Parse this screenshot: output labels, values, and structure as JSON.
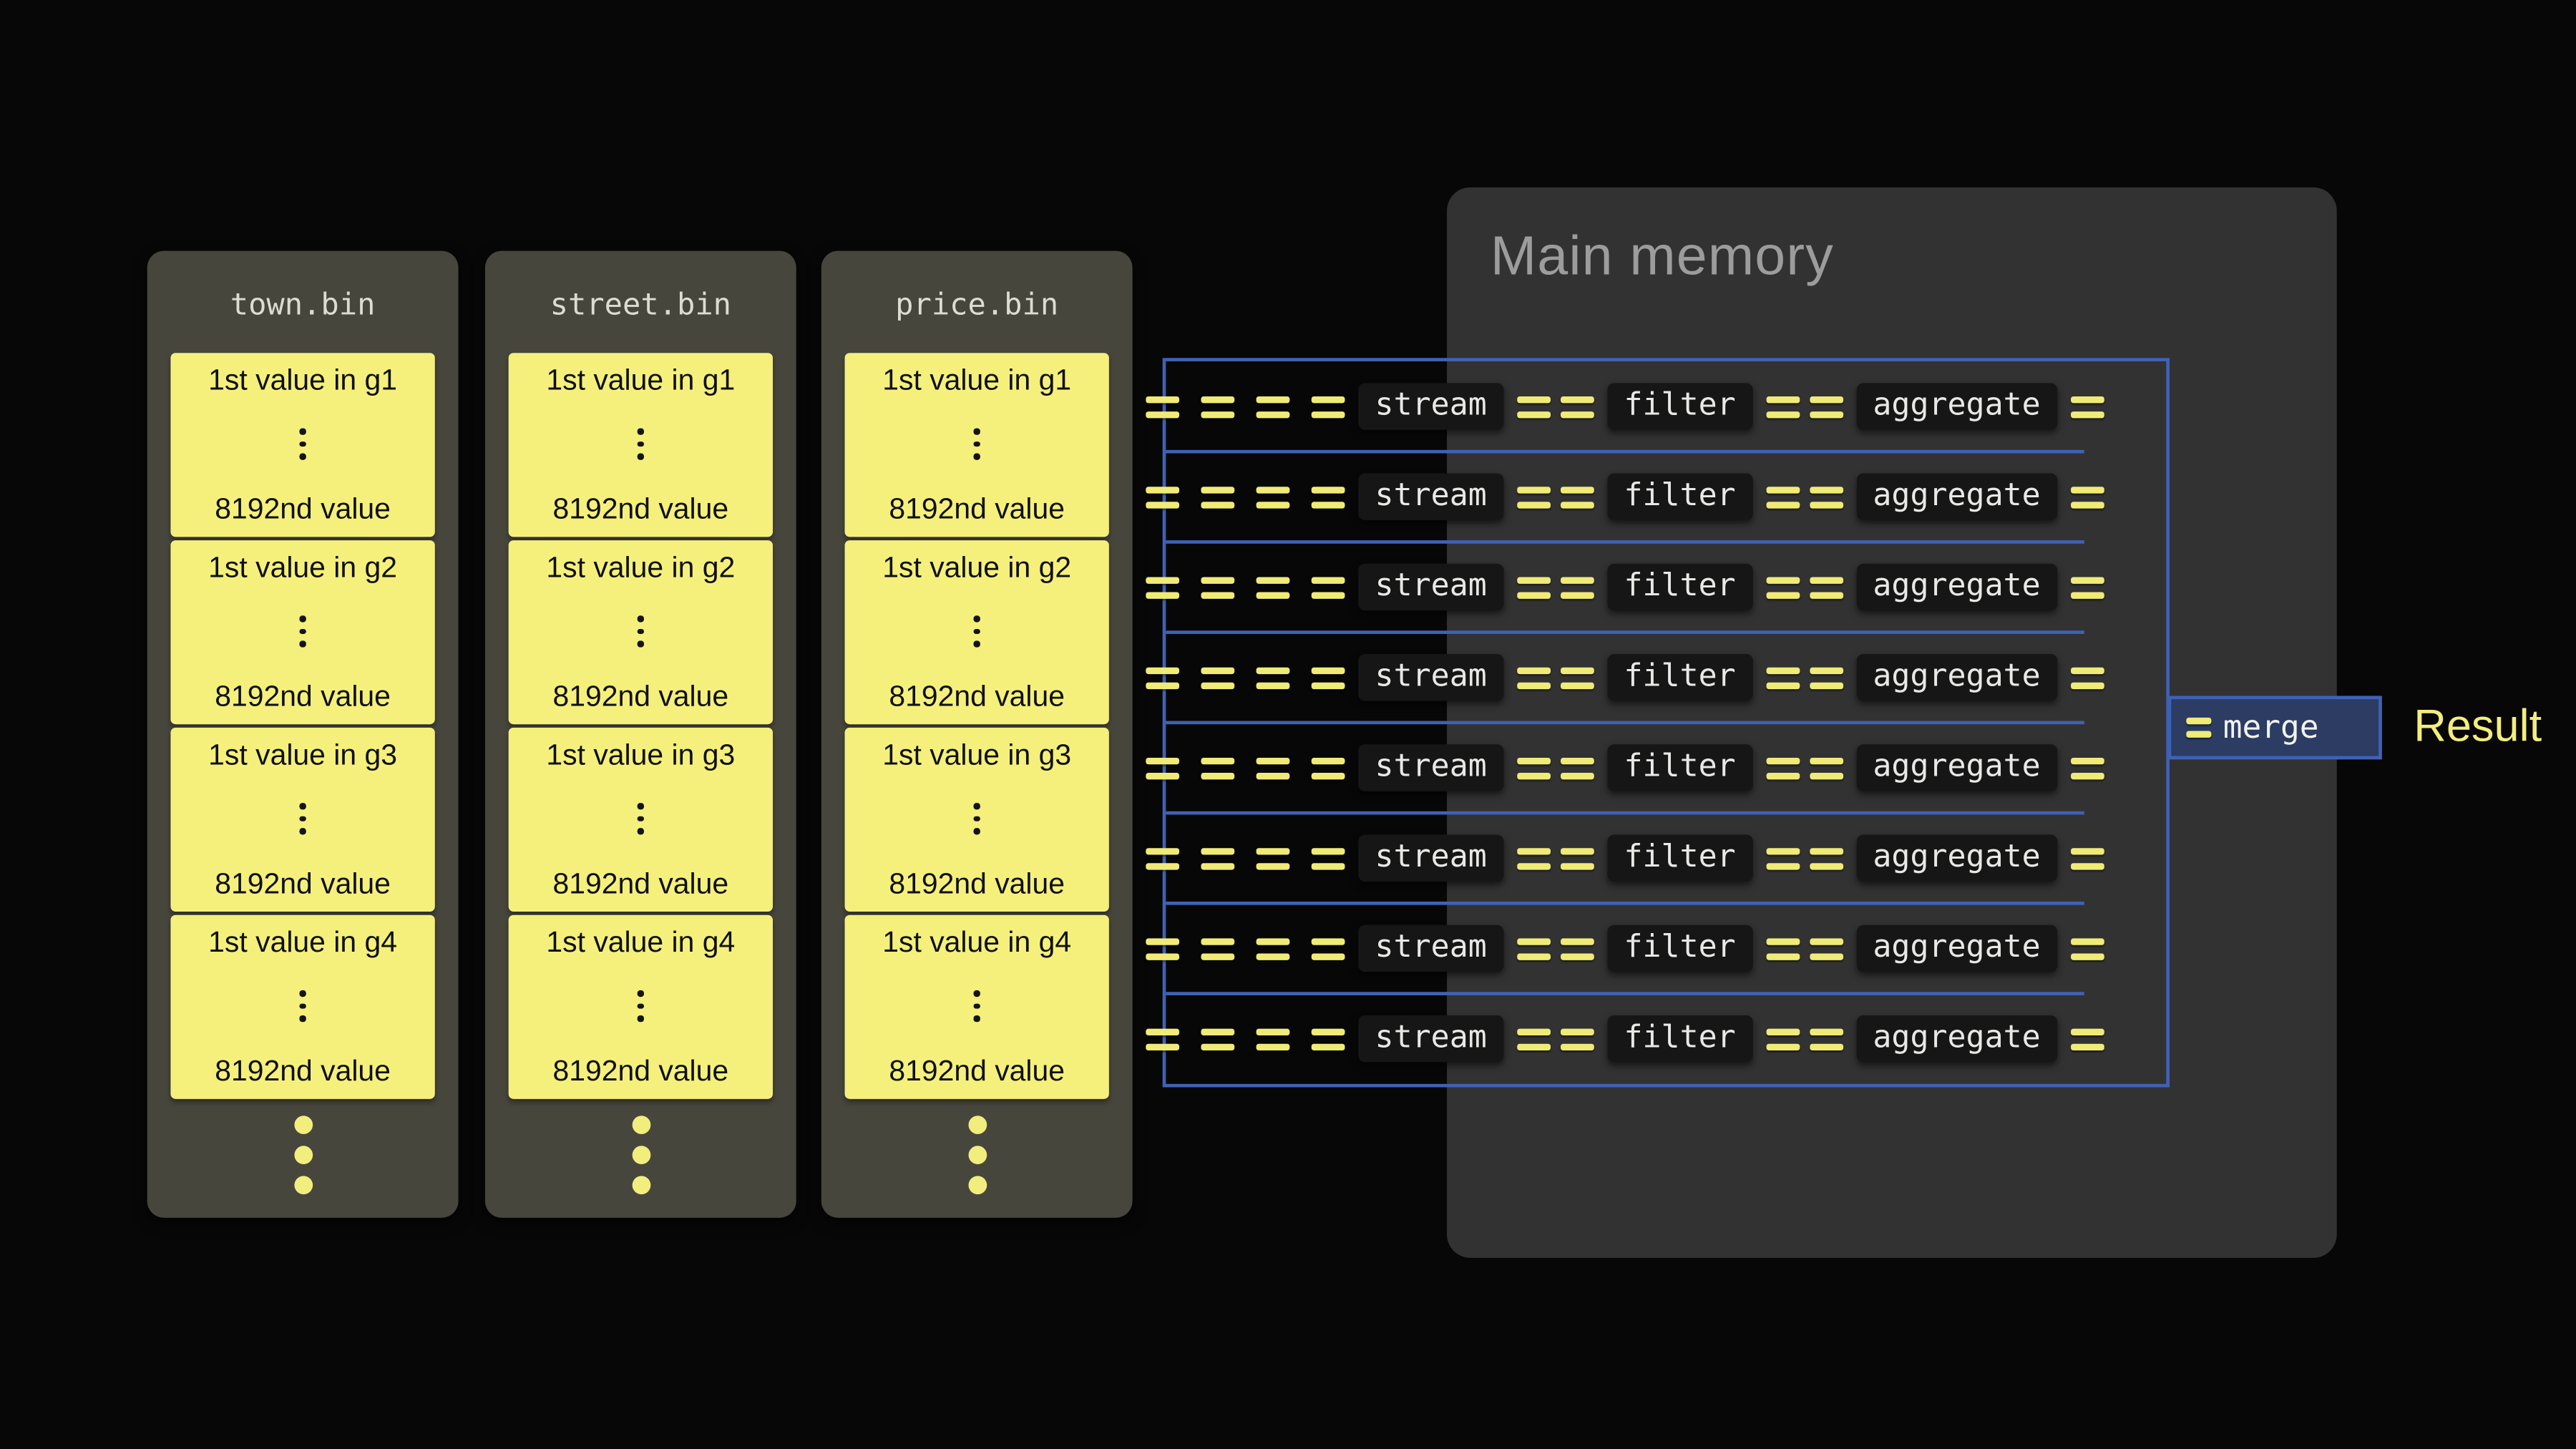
{
  "files": [
    {
      "name": "town.bin",
      "groups": [
        {
          "first": "1st value in g1",
          "last": "8192nd value"
        },
        {
          "first": "1st value in g2",
          "last": "8192nd value"
        },
        {
          "first": "1st value in g3",
          "last": "8192nd value"
        },
        {
          "first": "1st value in g4",
          "last": "8192nd value"
        }
      ]
    },
    {
      "name": "street.bin",
      "groups": [
        {
          "first": "1st value in g1",
          "last": "8192nd value"
        },
        {
          "first": "1st value in g2",
          "last": "8192nd value"
        },
        {
          "first": "1st value in g3",
          "last": "8192nd value"
        },
        {
          "first": "1st value in g4",
          "last": "8192nd value"
        }
      ]
    },
    {
      "name": "price.bin",
      "groups": [
        {
          "first": "1st value in g1",
          "last": "8192nd value"
        },
        {
          "first": "1st value in g2",
          "last": "8192nd value"
        },
        {
          "first": "1st value in g3",
          "last": "8192nd value"
        },
        {
          "first": "1st value in g4",
          "last": "8192nd value"
        }
      ]
    }
  ],
  "main_memory": {
    "title": "Main memory",
    "pipeline_count": 8,
    "operators": [
      "stream",
      "filter",
      "aggregate"
    ],
    "merge_label": "merge",
    "result_label": "Result"
  },
  "colors": {
    "accent_yellow": "#f2ee7d",
    "pipeline_blue": "#3f62b5",
    "file_panel": "#47463d",
    "memory_panel": "#323232",
    "background": "#070707"
  }
}
